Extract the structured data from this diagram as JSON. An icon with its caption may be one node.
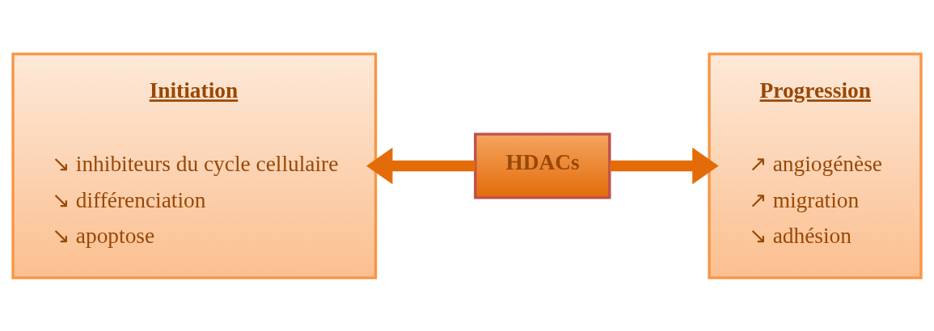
{
  "diagram": {
    "nodes": [
      {
        "text": [
          "Initiation",
          "↘ inhibiteurs du cycle cellulaire",
          "↘ différenciation",
          "↘ apoptose"
        ]
      },
      {
        "text": [
          "HDACs"
        ]
      },
      {
        "text": [
          "Progression",
          "↗ angiogénèse",
          "↗ migration",
          "↘ adhésion"
        ]
      }
    ],
    "edges": [
      {
        "from": 1,
        "to": 0,
        "arrow": "to"
      },
      {
        "from": 1,
        "to": 2,
        "arrow": "to"
      }
    ]
  }
}
